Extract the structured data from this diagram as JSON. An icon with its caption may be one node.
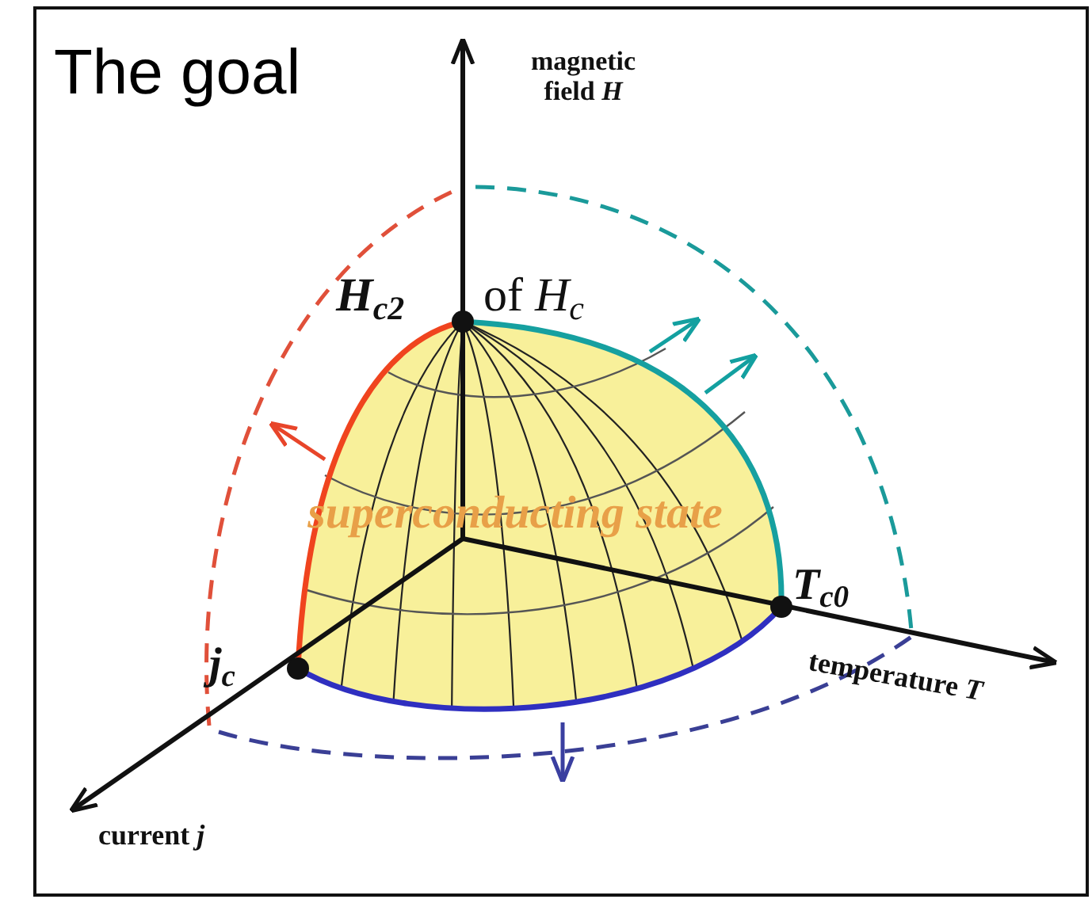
{
  "diagram": {
    "title": "The goal",
    "labels": [
      "magnetic field *H*",
      "*H*$_{c2}$",
      "of *H*$_{c}$",
      "superconducting state",
      "*T*$_{c0}$",
      "*j*$_{c}$",
      "temperature *T*",
      "current *j*"
    ]
  }
}
